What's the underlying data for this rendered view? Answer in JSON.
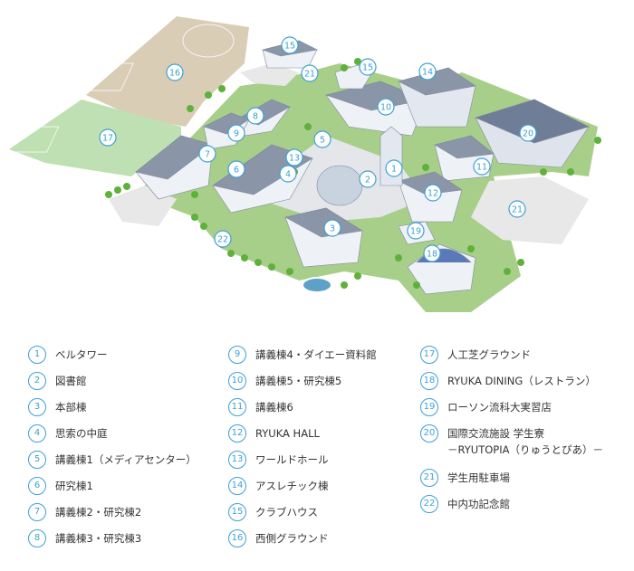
{
  "colors": {
    "accent": "#3ba0d8",
    "grass": "#a8cf8a",
    "field_beige": "#d9cdb6",
    "field_green": "#bfe0b2",
    "building_roof": "#8a96a8",
    "building_wall": "#eef1f5",
    "tree": "#5fb13b"
  },
  "map": {
    "markers": [
      {
        "n": "1"
      },
      {
        "n": "2"
      },
      {
        "n": "3"
      },
      {
        "n": "4"
      },
      {
        "n": "5"
      },
      {
        "n": "6"
      },
      {
        "n": "7"
      },
      {
        "n": "8"
      },
      {
        "n": "9"
      },
      {
        "n": "10"
      },
      {
        "n": "11"
      },
      {
        "n": "12"
      },
      {
        "n": "13"
      },
      {
        "n": "14"
      },
      {
        "n": "15"
      },
      {
        "n": "15"
      },
      {
        "n": "16"
      },
      {
        "n": "17"
      },
      {
        "n": "18"
      },
      {
        "n": "19"
      },
      {
        "n": "20"
      },
      {
        "n": "21"
      },
      {
        "n": "21"
      },
      {
        "n": "22"
      }
    ]
  },
  "legend": {
    "col1": [
      {
        "num": "1",
        "label": "ベルタワー"
      },
      {
        "num": "2",
        "label": "図書館"
      },
      {
        "num": "3",
        "label": "本部棟"
      },
      {
        "num": "4",
        "label": "思索の中庭"
      },
      {
        "num": "5",
        "label": "講義棟1（メディアセンター）"
      },
      {
        "num": "6",
        "label": "研究棟1"
      },
      {
        "num": "7",
        "label": "講義棟2・研究棟2"
      },
      {
        "num": "8",
        "label": "講義棟3・研究棟3"
      }
    ],
    "col2": [
      {
        "num": "9",
        "label": "講義棟4・ダイエー資料館"
      },
      {
        "num": "10",
        "label": "講義棟5・研究棟5"
      },
      {
        "num": "11",
        "label": "講義棟6"
      },
      {
        "num": "12",
        "label": "RYUKA HALL"
      },
      {
        "num": "13",
        "label": "ワールドホール"
      },
      {
        "num": "14",
        "label": "アスレチック棟"
      },
      {
        "num": "15",
        "label": "クラブハウス"
      },
      {
        "num": "16",
        "label": "西側グラウンド"
      }
    ],
    "col3": [
      {
        "num": "17",
        "label": "人工芝グラウンド"
      },
      {
        "num": "18",
        "label": "RYUKA DINING（レストラン）"
      },
      {
        "num": "19",
        "label": "ローソン流科大実習店"
      },
      {
        "num": "20",
        "label": "国際交流施設 学生寮",
        "sub": "－RYUTOPIA（りゅうとぴあ）－"
      },
      {
        "num": "21",
        "label": "学生用駐車場"
      },
      {
        "num": "22",
        "label": "中内功記念館"
      }
    ]
  }
}
